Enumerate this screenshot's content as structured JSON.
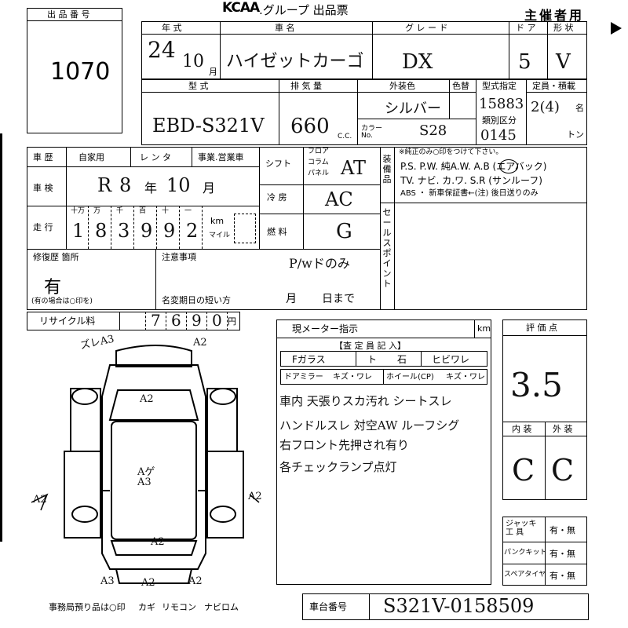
{
  "header": {
    "brand": "KCAA",
    "brand_suffix": ".グループ 出品票",
    "host": "主催者用"
  },
  "lot": {
    "label": "出 品 番 号",
    "number": "1070"
  },
  "row1": {
    "year_label": "年 式",
    "model_label": "車 名",
    "grade_label": "グ レ ー ド",
    "doors_label": "ド ア",
    "shape_label": "形 状",
    "year": "24",
    "month": "10",
    "month_unit": "月",
    "model_name": "ハイゼットカーゴ",
    "grade": "DX",
    "doors": "5",
    "shape": "V"
  },
  "row2": {
    "type_label": "型 式",
    "displacement_label": "排 気 量",
    "color_label": "外装色",
    "recolor_label": "色替",
    "designation_label": "型式指定",
    "category_label": "類別区分",
    "capacity_label": "定員・積載",
    "type_code": "EBD-S321V",
    "displacement": "660",
    "cc_unit": "C.C.",
    "color_name": "シルバー",
    "color_no_label": "カラー No.",
    "color_no": "S28",
    "designation": "15883",
    "category": "0145",
    "capacity": "2(4)",
    "capacity_unit": "名",
    "load_unit": "トン"
  },
  "history": {
    "label": "車 歴",
    "options": [
      "自家用",
      "レ ン タ",
      "事業.営業車"
    ]
  },
  "inspection": {
    "label": "車 検",
    "era": "R",
    "year": "8",
    "year_unit": "年",
    "month": "10",
    "month_unit": "月"
  },
  "mileage": {
    "label": "走 行",
    "places": [
      "十万",
      "万",
      "千",
      "百",
      "十",
      "一"
    ],
    "digits": [
      "1",
      "8",
      "3",
      "9",
      "9",
      "2"
    ],
    "unit_km": "km",
    "unit_mile": "マイル"
  },
  "shift": {
    "label": "シフト",
    "options": [
      "フロア",
      "コラム",
      "パネル"
    ],
    "value": "AT"
  },
  "ac": {
    "label": "冷 房",
    "value": "AC"
  },
  "fuel": {
    "label": "燃 料",
    "value": "G"
  },
  "equipment": {
    "label": "装備品",
    "note": "※純正のみ○印をつけて下さい。",
    "line1": "P.S. P.W. 純A.W. A.B (エアバック)",
    "line2": "TV. ナビ. カ.ワ. S.R (サンルーフ)",
    "line3": "ABS ・ 新車保証書←(注) 後日送りのみ"
  },
  "sales_point": {
    "label": "セールスポイント"
  },
  "repair": {
    "label": "修復歴 箇所",
    "value": "有",
    "note": "(有の場合は○印を)"
  },
  "notice": {
    "label": "注意事項",
    "value": "P/wドのみ",
    "short_month_label": "名変期日の短い方",
    "month_unit": "月",
    "day_unit": "日まで"
  },
  "recycle": {
    "label": "リサイクル料",
    "digits": [
      "",
      "7",
      "6",
      "9",
      "0"
    ],
    "unit": "円"
  },
  "meter": {
    "label": "現メーター指示",
    "unit": "km"
  },
  "inspector": {
    "title": "【査 定 員 記 入】",
    "glass": "Fガラス",
    "glass_opt1": "ト",
    "glass_opt2": "石",
    "glass_opt3": "ヒビワレ",
    "mirror": "ドアミラー",
    "mirror_opt": "キズ・ワレ",
    "wheel": "ホイール(CP)",
    "wheel_opt": "キズ・ワレ",
    "notes": [
      "車内 天張りスカ汚れ シートスレ",
      "ハンドルスレ 対空AW ルーフシグ",
      "右フロント先押され有り",
      "各チェックランプ点灯"
    ]
  },
  "score": {
    "label": "評 価 点",
    "value": "3.5",
    "interior_label": "内 装",
    "exterior_label": "外 装",
    "interior": "C",
    "exterior": "C"
  },
  "tools": {
    "rows": [
      {
        "label": "ジャッキ 工 具",
        "value": "有・無"
      },
      {
        "label": "パンクキット",
        "value": "有・無"
      },
      {
        "label": "スペアタイヤ",
        "value": "有・無"
      }
    ]
  },
  "chassis": {
    "label": "車台番号",
    "value": "S321V-0158509"
  },
  "diagram": {
    "marks": [
      "ズレA3",
      "A2",
      "A2",
      "A2",
      "A2",
      "Aゲ A3",
      "A2",
      "A3",
      "A2",
      "A2"
    ]
  },
  "footer": {
    "note": "事務局預り品は○印",
    "items": [
      "カギ",
      "リモコン",
      "ナビロム"
    ]
  }
}
